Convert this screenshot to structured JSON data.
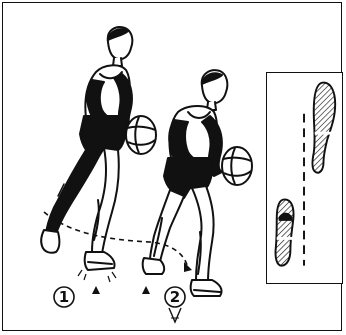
{
  "figure": {
    "step_labels": [
      "1",
      "2"
    ],
    "colors": {
      "ink": "#111111",
      "background": "#ffffff"
    },
    "icons": [
      "player-step-one-figure",
      "player-step-two-figure",
      "basketball-icon",
      "footprint-left-icon",
      "footprint-right-icon"
    ]
  }
}
